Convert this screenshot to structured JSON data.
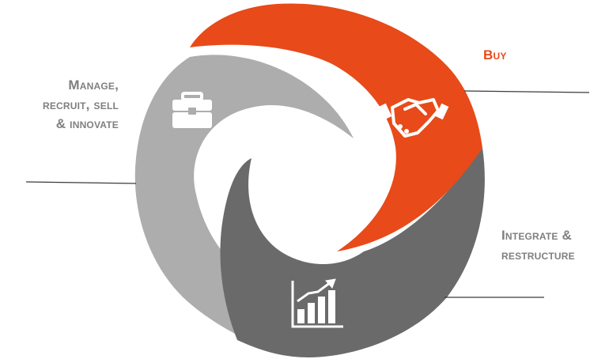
{
  "stages": [
    {
      "id": "buy",
      "lines": [
        "Buy"
      ],
      "icon": "handshake-icon",
      "color": "#E84A1A"
    },
    {
      "id": "integrate",
      "lines": [
        "Integrate &",
        "restructure"
      ],
      "icon": "growth-bar-chart-icon",
      "color": "#6A6A6A"
    },
    {
      "id": "manage",
      "lines": [
        "Manage,",
        "recruit, sell",
        "& innovate"
      ],
      "icon": "briefcase-icon",
      "color": "#ADADAD"
    }
  ],
  "colors": {
    "buy": "#E84A1A",
    "integrate": "#6A6A6A",
    "manage": "#ADADAD",
    "label_grey": "#7F7F7F",
    "leader_line": "#3A3A3A",
    "icon": "#FFFFFF"
  }
}
